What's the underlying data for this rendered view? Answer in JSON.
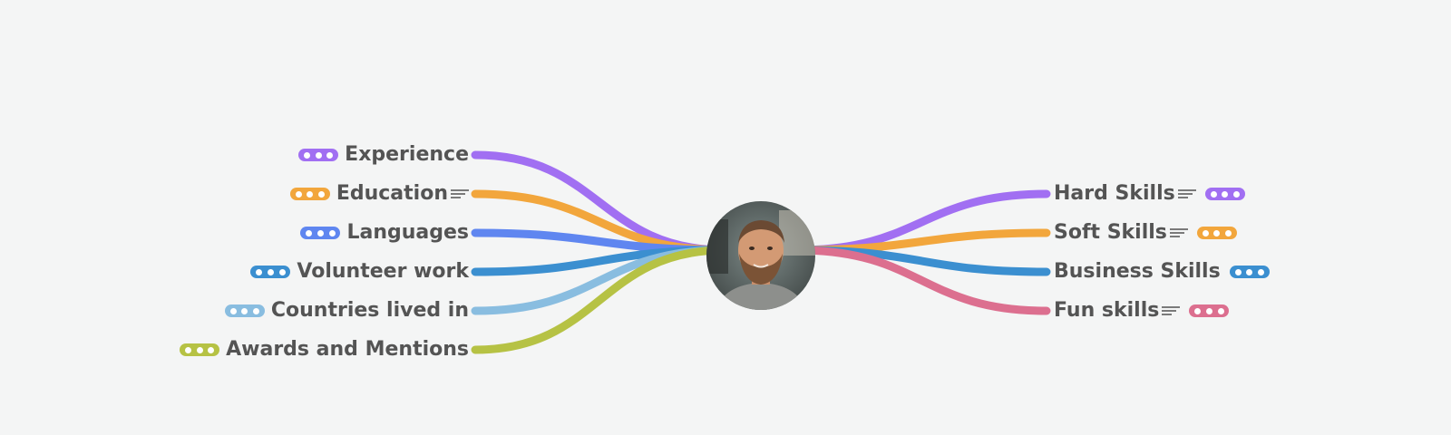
{
  "root": {
    "type": "photo",
    "description_icon": "person-photo"
  },
  "left_branches": [
    {
      "label": "Experience",
      "color": "#a16ff2",
      "has_note": false
    },
    {
      "label": "Education",
      "color": "#f2a63c",
      "has_note": true
    },
    {
      "label": "Languages",
      "color": "#5f86f0",
      "has_note": false
    },
    {
      "label": "Volunteer work",
      "color": "#3b8fd0",
      "has_note": false
    },
    {
      "label": "Countries lived in",
      "color": "#89bde0",
      "has_note": false
    },
    {
      "label": "Awards and Mentions",
      "color": "#b6c244",
      "has_note": false
    }
  ],
  "right_branches": [
    {
      "label": "Hard Skills",
      "color": "#a16ff2",
      "has_note": true
    },
    {
      "label": "Soft Skills",
      "color": "#f2a63c",
      "has_note": true
    },
    {
      "label": "Business Skills",
      "color": "#3b8fd0",
      "has_note": false
    },
    {
      "label": "Fun skills",
      "color": "#dc6f8f",
      "has_note": true
    }
  ]
}
